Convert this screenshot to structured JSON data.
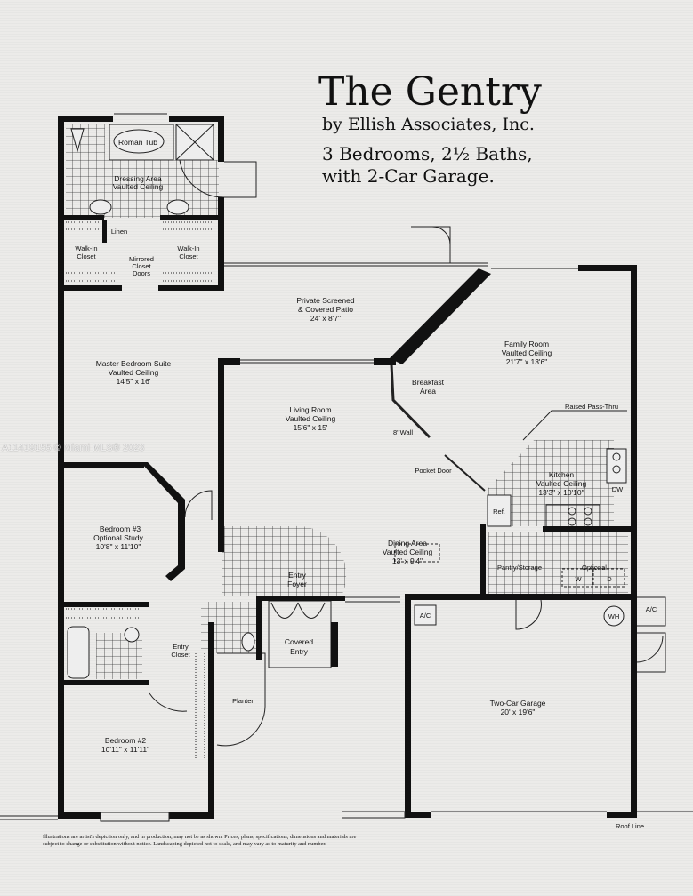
{
  "header": {
    "title": "The Gentry",
    "subtitle": "by Ellish Associates, Inc.",
    "line1": "3 Bedrooms, 2½ Baths,",
    "line2": "with 2-Car Garage."
  },
  "rooms": {
    "roman_tub": "Roman Tub",
    "dressing_1": "Dressing Area",
    "dressing_2": "Vaulted Ceiling",
    "linen": "Linen",
    "walkin_l_1": "Walk-In",
    "walkin_l_2": "Closet",
    "walkin_r_1": "Walk-In",
    "walkin_r_2": "Closet",
    "mirrored_1": "Mirrored",
    "mirrored_2": "Closet",
    "mirrored_3": "Doors",
    "patio_1": "Private Screened",
    "patio_2": "& Covered Patio",
    "patio_3": "24' x 8'7\"",
    "family_1": "Family Room",
    "family_2": "Vaulted Ceiling",
    "family_3": "21'7\" x 13'6\"",
    "master_1": "Master Bedroom Suite",
    "master_2": "Vaulted Ceiling",
    "master_3": "14'5\" x 16'",
    "breakfast_1": "Breakfast",
    "breakfast_2": "Area",
    "living_1": "Living Room",
    "living_2": "Vaulted Ceiling",
    "living_3": "15'6\" x 15'",
    "wall8": "8' Wall",
    "raised": "Raised Pass-Thru",
    "pocket": "Pocket Door",
    "kitchen_1": "Kitchen",
    "kitchen_2": "Vaulted Ceiling",
    "kitchen_3": "13'3\" x 10'10\"",
    "dw": "DW",
    "ref": "Ref.",
    "bed3_1": "Bedroom #3",
    "bed3_2": "Optional Study",
    "bed3_3": "10'8\" x 11'10\"",
    "dining_1": "Dining Area",
    "dining_2": "Vaulted Ceiling",
    "dining_3": "13' x 9'4\"",
    "pantry": "Pantry/Storage",
    "optional": "Optional",
    "w": "W",
    "d": "D",
    "foyer_1": "Entry",
    "foyer_2": "Foyer",
    "ac1": "A/C",
    "ac2": "A/C",
    "wh": "WH",
    "covered_1": "Covered",
    "covered_2": "Entry",
    "entry_closet_1": "Entry",
    "entry_closet_2": "Closet",
    "planter": "Planter",
    "garage_1": "Two-Car Garage",
    "garage_2": "20' x 19'6\"",
    "bed2_1": "Bedroom #2",
    "bed2_2": "10'11\" x 11'11\"",
    "roofline": "Roof Line"
  },
  "watermark": "A11419155 © Miami MLS® 2023",
  "disclaimer": "Illustrations are artist's depiction only, and in production, may not be as shown. Prices, plans, specifications, dimensions and materials are subject to change or substitution without notice. Landscaping depicted not to scale, and may vary as to maturity and number."
}
